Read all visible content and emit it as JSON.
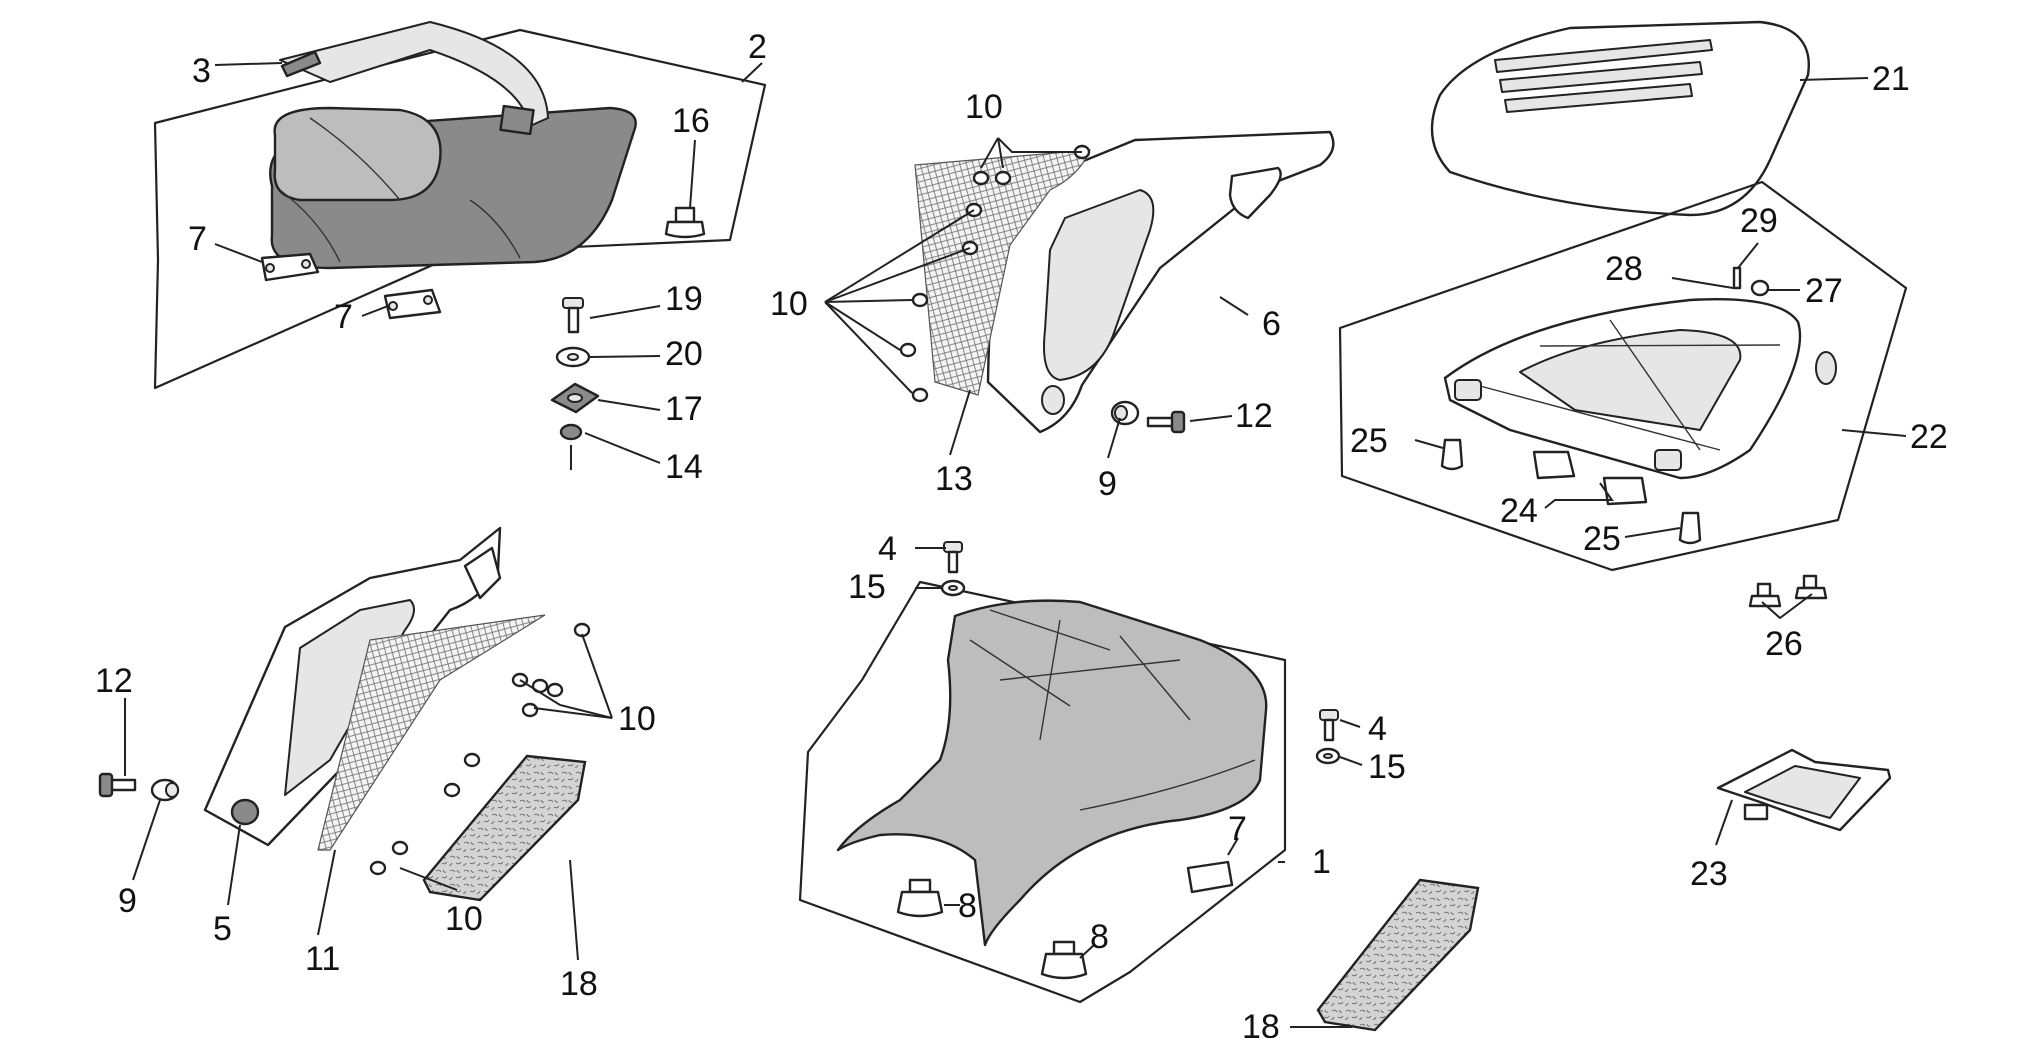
{
  "callouts": {
    "c1": "1",
    "c2": "2",
    "c3": "3",
    "c4a": "4",
    "c4b": "4",
    "c5": "5",
    "c6": "6",
    "c7a": "7",
    "c7b": "7",
    "c7c": "7",
    "c8a": "8",
    "c8b": "8",
    "c9a": "9",
    "c9b": "9",
    "c10a": "10",
    "c10b": "10",
    "c10c": "10",
    "c10d": "10",
    "c11": "11",
    "c12a": "12",
    "c12b": "12",
    "c13": "13",
    "c14": "14",
    "c15a": "15",
    "c15b": "15",
    "c16": "16",
    "c17": "17",
    "c18a": "18",
    "c18b": "18",
    "c19": "19",
    "c20": "20",
    "c21": "21",
    "c22": "22",
    "c23": "23",
    "c24": "24",
    "c25a": "25",
    "c25b": "25",
    "c26": "26",
    "c27": "27",
    "c28": "28",
    "c29": "29"
  },
  "colors": {
    "line": "#222222",
    "seat_fill": "#bdbdbd",
    "background": "#ffffff"
  }
}
